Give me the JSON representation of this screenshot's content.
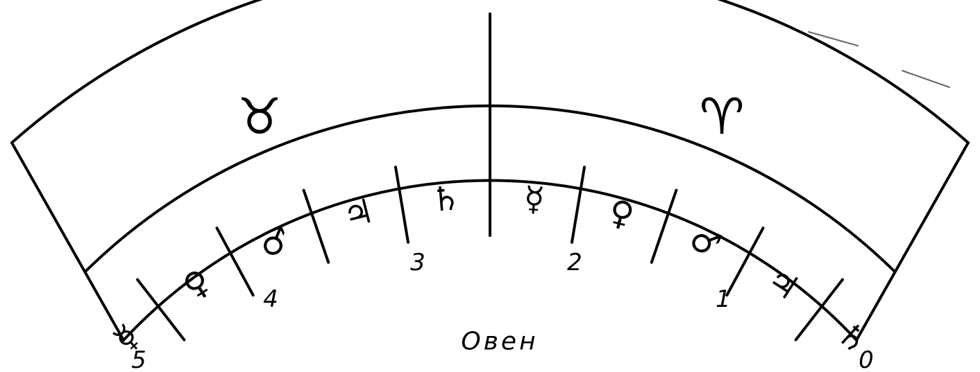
{
  "signs": [
    {
      "name": "Taurus",
      "glyph": "♉︎"
    },
    {
      "name": "Aries",
      "glyph": "♈︎"
    }
  ],
  "planets": [
    {
      "name": "Mercury",
      "glyph": "☿"
    },
    {
      "name": "Venus",
      "glyph": "♀"
    },
    {
      "name": "Mars",
      "glyph": "♂"
    },
    {
      "name": "Jupiter",
      "glyph": "♃"
    },
    {
      "name": "Saturn",
      "glyph": "♄"
    },
    {
      "name": "Mercury",
      "glyph": "☿"
    },
    {
      "name": "Venus",
      "glyph": "♀"
    },
    {
      "name": "Mars",
      "glyph": "♂"
    },
    {
      "name": "Jupiter",
      "glyph": "♃"
    },
    {
      "name": "Saturn",
      "glyph": "♄"
    }
  ],
  "numbers": [
    "5",
    "4",
    "3",
    "2",
    "1",
    "0"
  ],
  "caption": "Овен"
}
